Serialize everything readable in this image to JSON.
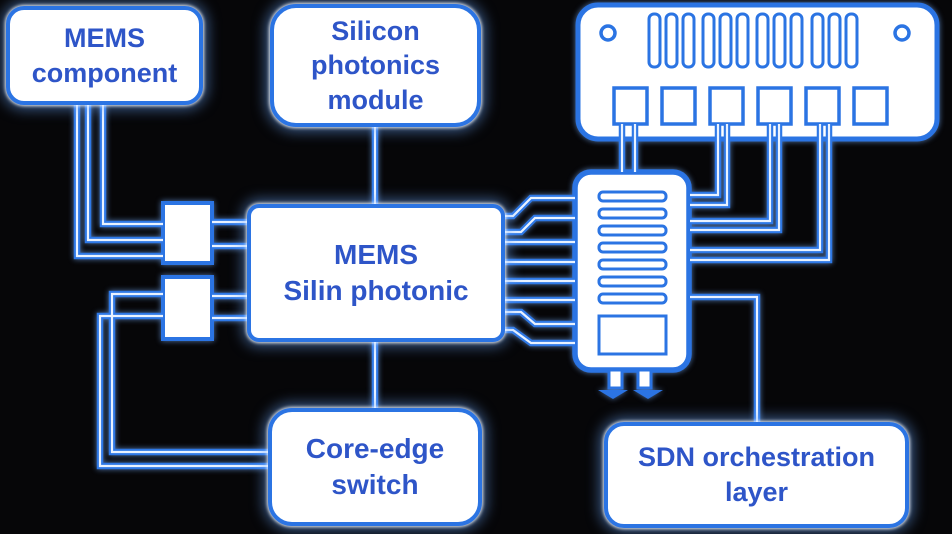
{
  "diagram": {
    "background": "#060608",
    "line_color": "#2b74e3",
    "text_color": "#2e55c8",
    "box_fill": "#ffffff"
  },
  "boxes": {
    "mems_component": {
      "lines": [
        "MEMS",
        "component"
      ]
    },
    "silicon_photonics_module": {
      "lines": [
        "Silicon",
        "photonics",
        "module"
      ]
    },
    "mems_silin_photonic": {
      "lines": [
        "MEMS",
        "Silin photonic"
      ]
    },
    "core_edge_switch": {
      "lines": [
        "Core-edge",
        "switch"
      ]
    },
    "sdn_orchestration_layer": {
      "lines": [
        "SDN orchestration",
        "layer"
      ]
    }
  },
  "devices": {
    "switch_chassis": {
      "screws": 2,
      "vent_slots": 12,
      "ports": 6
    },
    "line_card": {
      "slot_bars": 7,
      "base_modules": 1,
      "legs": 2
    },
    "connector_blocks": 2
  },
  "connections": [
    {
      "from": "mems_component",
      "to": "connector_block_top",
      "lines": 3
    },
    {
      "from": "connector_block_top",
      "to": "mems_silin_photonic",
      "lines": 2
    },
    {
      "from": "connector_block_bottom",
      "to": "mems_silin_photonic",
      "lines": 2
    },
    {
      "from": "connector_block_bottom",
      "to": "core_edge_switch",
      "lines": 2
    },
    {
      "from": "silicon_photonics_module",
      "to": "mems_silin_photonic",
      "lines": 1
    },
    {
      "from": "mems_silin_photonic",
      "to": "core_edge_switch",
      "lines": 1
    },
    {
      "from": "mems_silin_photonic",
      "to": "line_card",
      "lines": 8
    },
    {
      "from": "line_card",
      "to": "switch_chassis_ports",
      "lines": 8
    },
    {
      "from": "line_card",
      "to": "sdn_orchestration_layer",
      "lines": 1
    }
  ]
}
